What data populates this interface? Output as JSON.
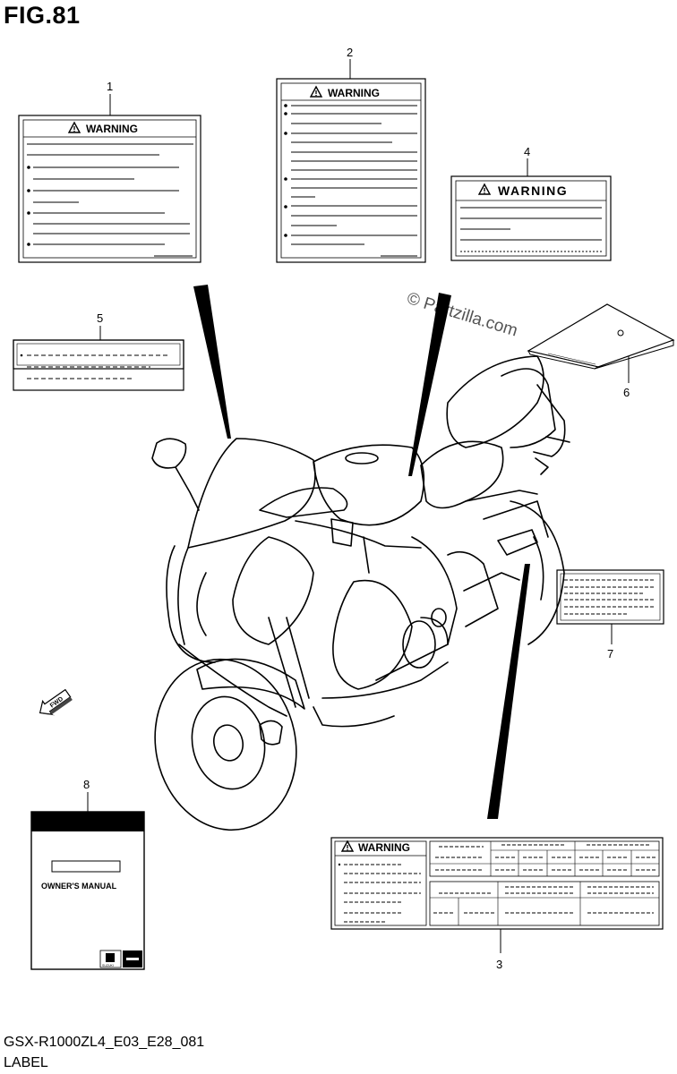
{
  "figure": {
    "title": "FIG.81",
    "code": "GSX-R1000ZL4_E03_E28_081",
    "name": "LABEL",
    "watermark": "© Partzilla.com"
  },
  "labels": {
    "warning_text": "WARNING",
    "fwd_text": "FWD",
    "manual_text": "OWNER'S MANUAL",
    "brand_mark": "SUZUKI"
  },
  "callouts": [
    {
      "id": "1",
      "text": "1"
    },
    {
      "id": "2",
      "text": "2"
    },
    {
      "id": "3",
      "text": "3"
    },
    {
      "id": "4",
      "text": "4"
    },
    {
      "id": "5",
      "text": "5"
    },
    {
      "id": "6",
      "text": "6"
    },
    {
      "id": "7",
      "text": "7"
    },
    {
      "id": "8",
      "text": "8"
    }
  ]
}
